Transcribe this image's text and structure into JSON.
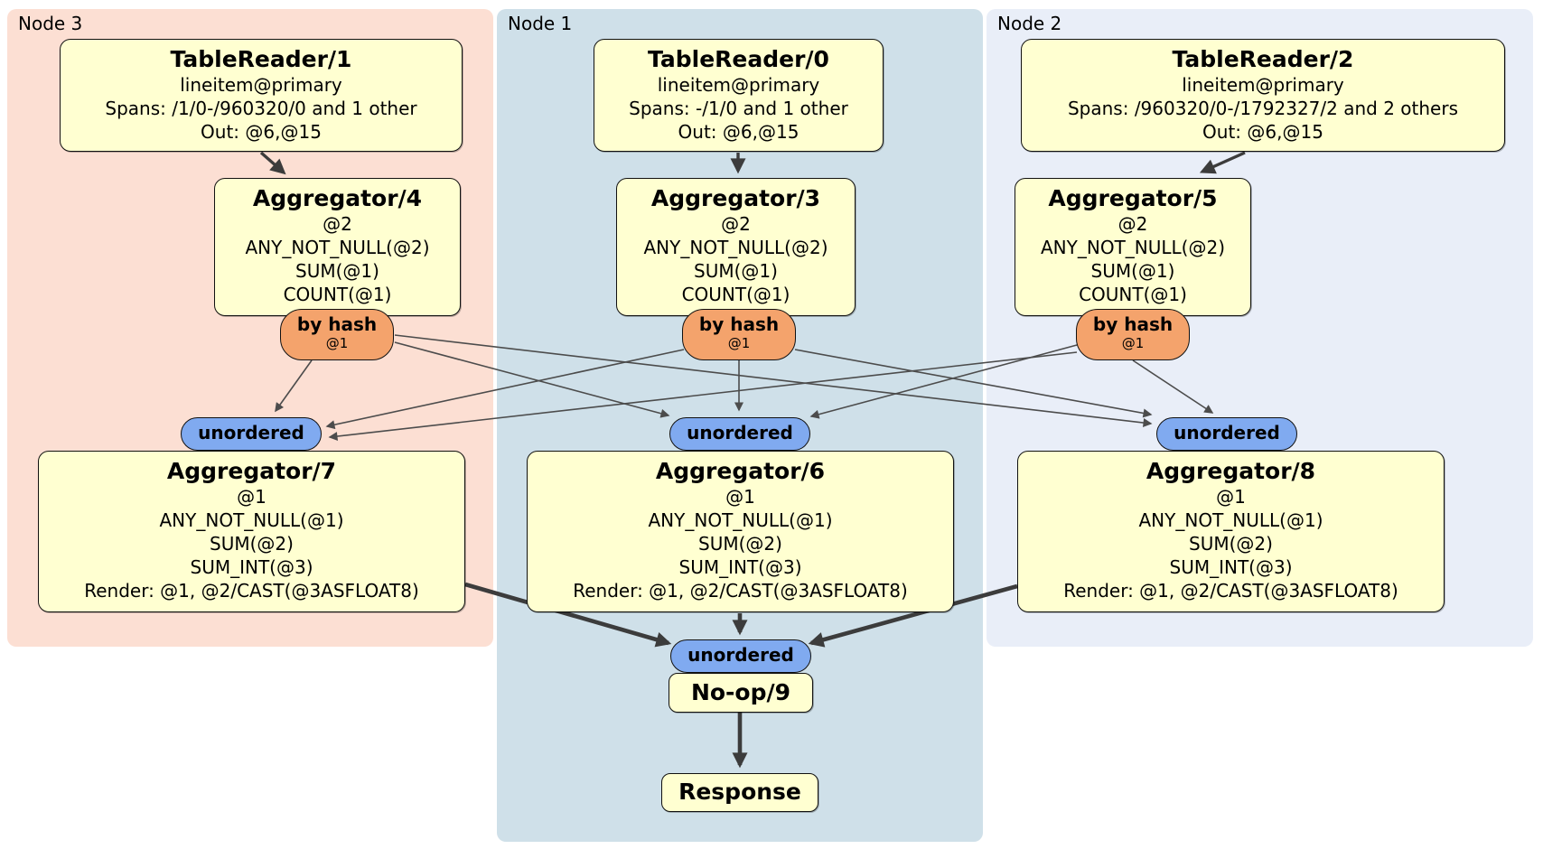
{
  "diagram": {
    "panels": {
      "node3": {
        "label": "Node 3"
      },
      "node1": {
        "label": "Node 1"
      },
      "node2": {
        "label": "Node 2"
      }
    },
    "processors": {
      "tr1": {
        "title": "TableReader/1",
        "lines": [
          "lineitem@primary",
          "Spans: /1/0-/960320/0 and 1 other",
          "Out: @6,@15"
        ]
      },
      "tr0": {
        "title": "TableReader/0",
        "lines": [
          "lineitem@primary",
          "Spans: -/1/0 and 1 other",
          "Out: @6,@15"
        ]
      },
      "tr2": {
        "title": "TableReader/2",
        "lines": [
          "lineitem@primary",
          "Spans: /960320/0-/1792327/2 and 2 others",
          "Out: @6,@15"
        ]
      },
      "agg4": {
        "title": "Aggregator/4",
        "lines": [
          "@2",
          "ANY_NOT_NULL(@2)",
          "SUM(@1)",
          "COUNT(@1)"
        ]
      },
      "agg3": {
        "title": "Aggregator/3",
        "lines": [
          "@2",
          "ANY_NOT_NULL(@2)",
          "SUM(@1)",
          "COUNT(@1)"
        ]
      },
      "agg5": {
        "title": "Aggregator/5",
        "lines": [
          "@2",
          "ANY_NOT_NULL(@2)",
          "SUM(@1)",
          "COUNT(@1)"
        ]
      },
      "agg7": {
        "title": "Aggregator/7",
        "lines": [
          "@1",
          "ANY_NOT_NULL(@1)",
          "SUM(@2)",
          "SUM_INT(@3)",
          "Render: @1, @2/CAST(@3ASFLOAT8)"
        ]
      },
      "agg6": {
        "title": "Aggregator/6",
        "lines": [
          "@1",
          "ANY_NOT_NULL(@1)",
          "SUM(@2)",
          "SUM_INT(@3)",
          "Render: @1, @2/CAST(@3ASFLOAT8)"
        ]
      },
      "agg8": {
        "title": "Aggregator/8",
        "lines": [
          "@1",
          "ANY_NOT_NULL(@1)",
          "SUM(@2)",
          "SUM_INT(@3)",
          "Render: @1, @2/CAST(@3ASFLOAT8)"
        ]
      },
      "noop": {
        "title": "No-op/9"
      },
      "response": {
        "title": "Response"
      }
    },
    "streams": {
      "by_hash": {
        "label": "by hash",
        "key": "@1"
      },
      "unordered": {
        "label": "unordered"
      }
    },
    "colors": {
      "processor_fill": "#ffffd1",
      "hash_router_fill": "#f4a36c",
      "unordered_fill": "#80aaf0",
      "panel_node3": "#fcdfd3",
      "panel_node1": "#cfe0e9",
      "panel_node2": "#e9eef8",
      "edge_thin": "#4c4c4c",
      "edge_thick": "#3c3c3c"
    }
  }
}
